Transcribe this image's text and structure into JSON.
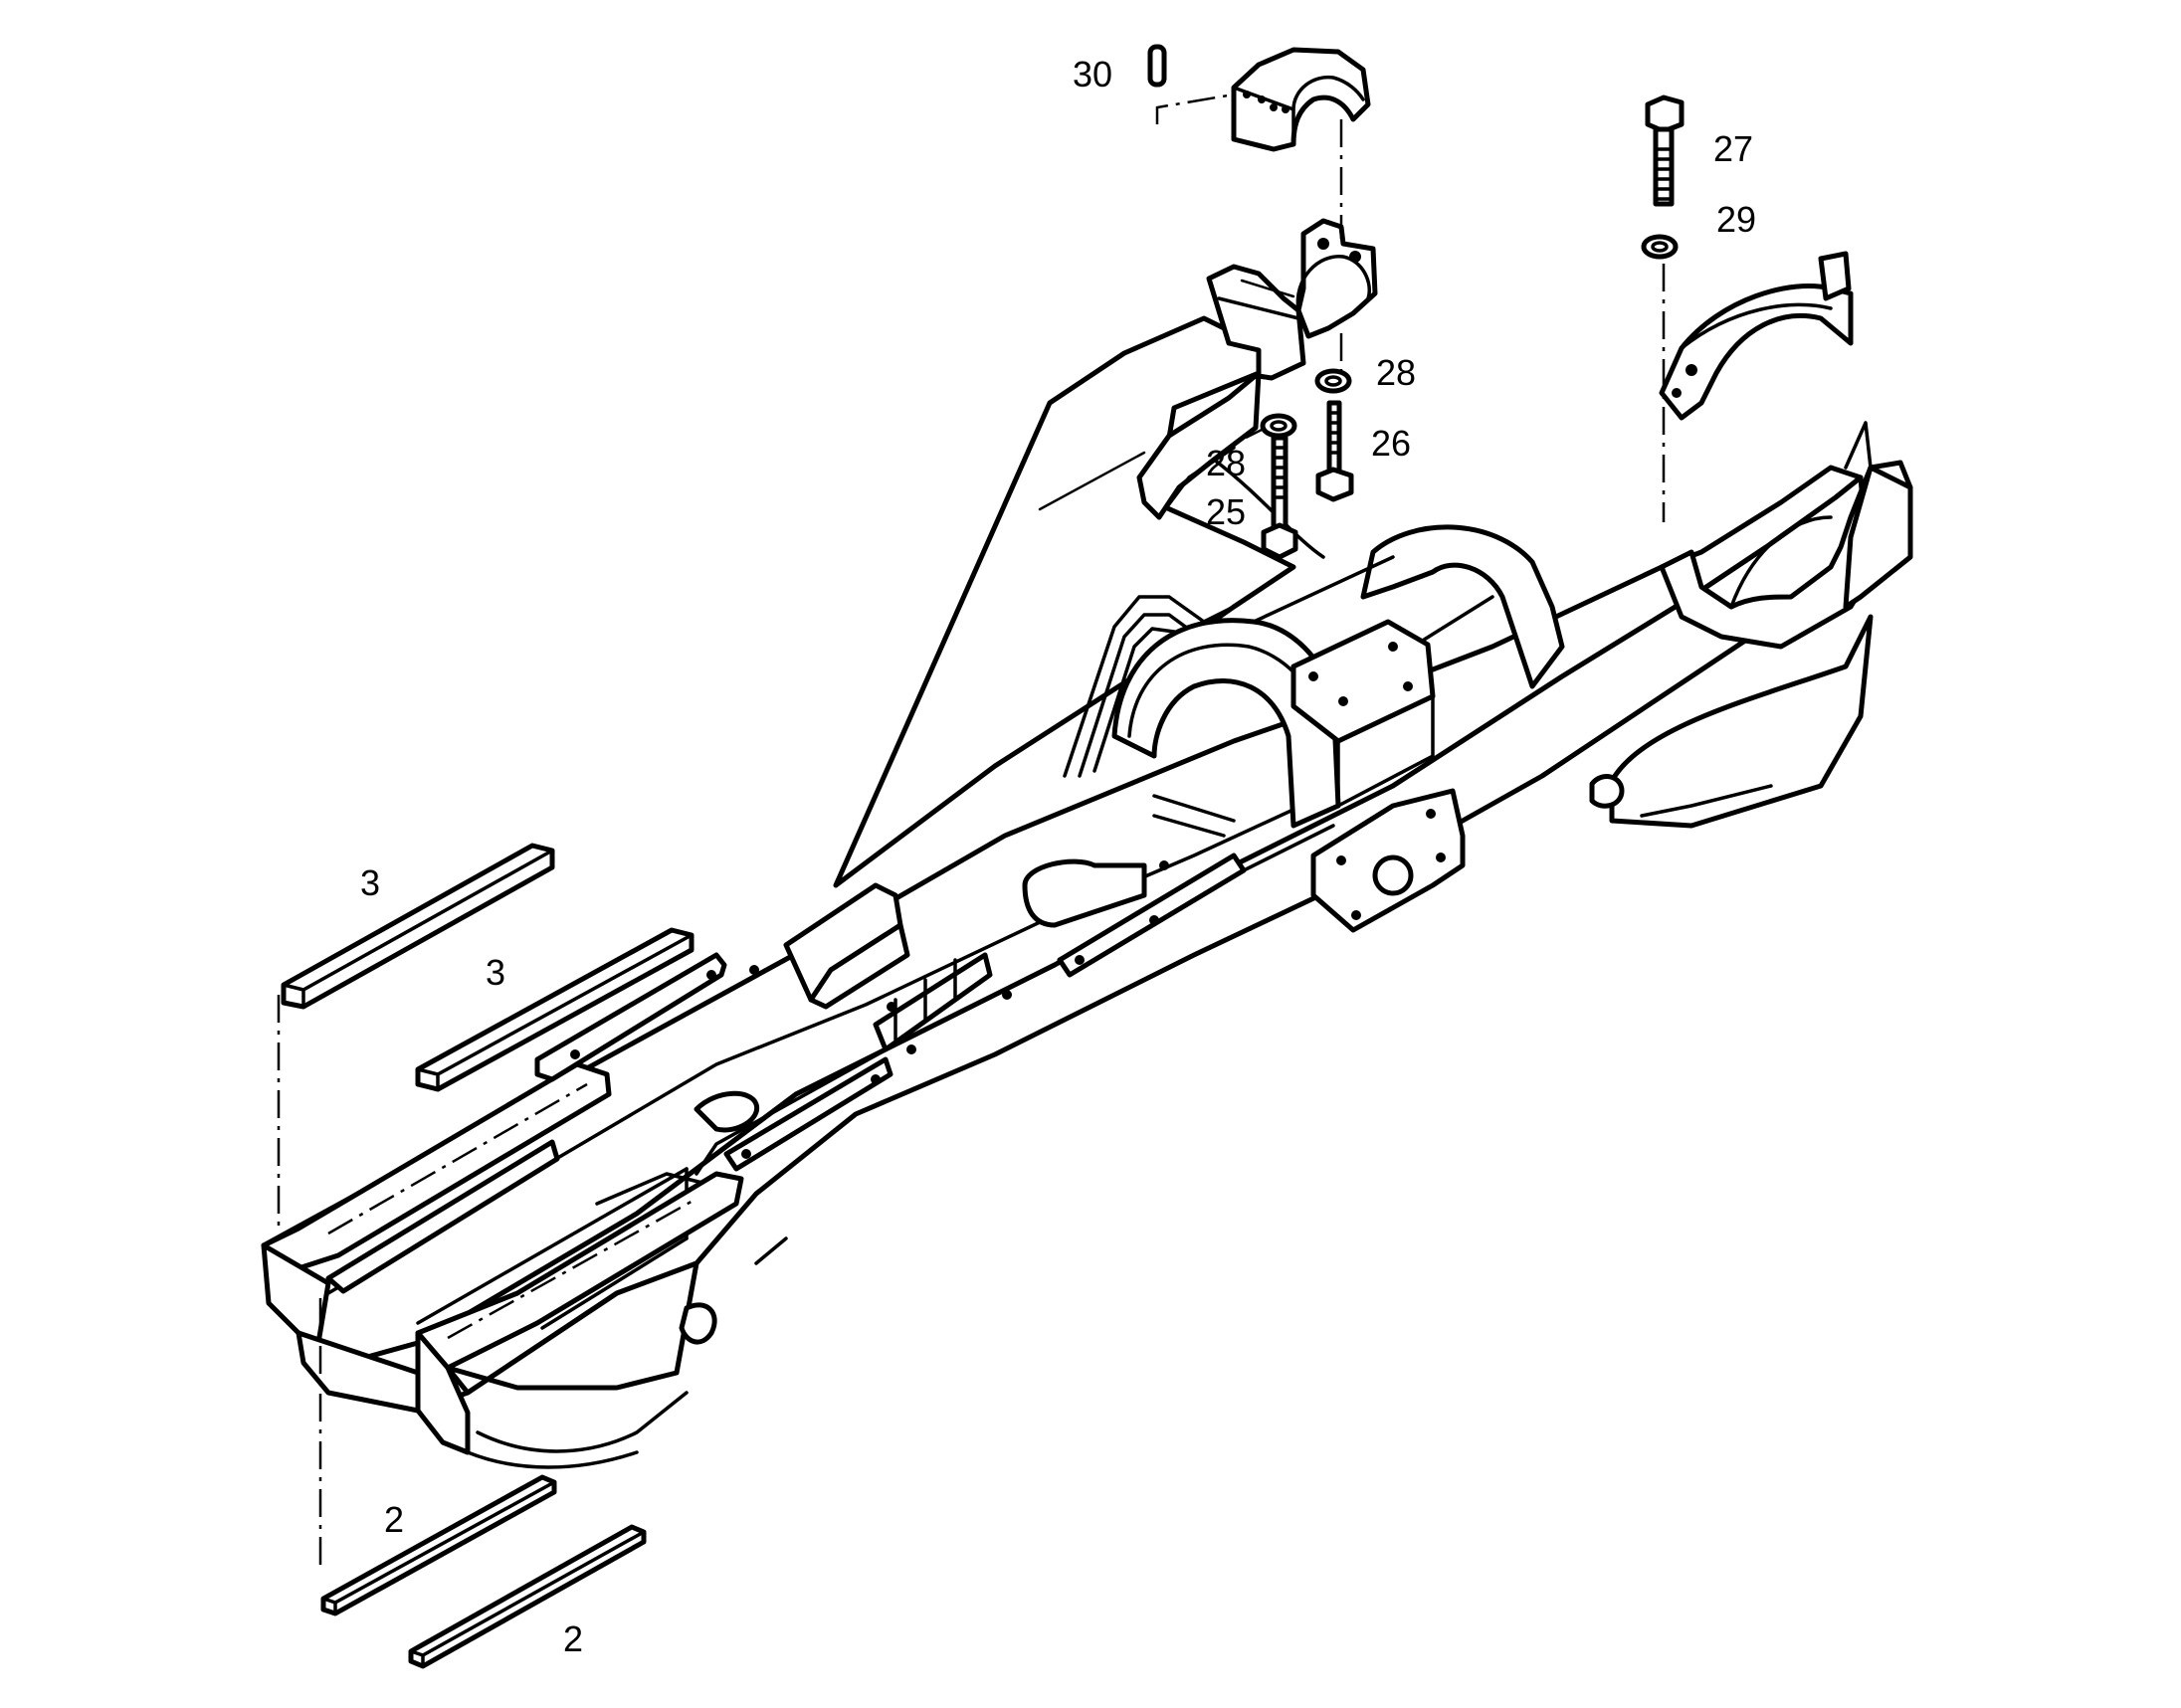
{
  "callouts": {
    "c30": "30",
    "c27": "27",
    "c29": "29",
    "c28a": "28",
    "c26": "26",
    "c28b": "28",
    "c25": "25",
    "c3a": "3",
    "c3b": "3",
    "c2a": "2",
    "c2b": "2"
  },
  "colors": {
    "line": "#000000",
    "background": "#ffffff"
  }
}
